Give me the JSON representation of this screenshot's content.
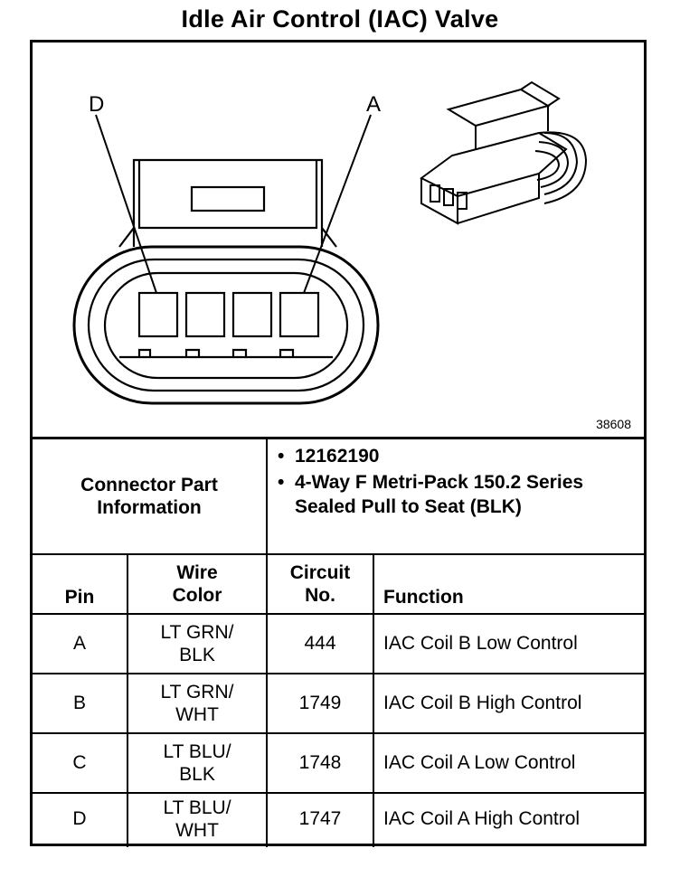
{
  "title": "Idle Air Control (IAC) Valve",
  "diagram": {
    "figure_number": "38608",
    "pin_labels": {
      "left": "D",
      "right": "A"
    }
  },
  "connector_info": {
    "label": "Connector Part Information",
    "items": [
      "12162190",
      "4-Way F Metri-Pack 150.2 Series Sealed Pull to Seat (BLK)"
    ]
  },
  "table": {
    "headers": {
      "pin": "Pin",
      "wire_color_1": "Wire",
      "wire_color_2": "Color",
      "circuit_1": "Circuit",
      "circuit_2": "No.",
      "function": "Function"
    },
    "rows": [
      {
        "pin": "A",
        "wire1": "LT GRN/",
        "wire2": "BLK",
        "circuit": "444",
        "function": "IAC Coil B Low Control"
      },
      {
        "pin": "B",
        "wire1": "LT GRN/",
        "wire2": "WHT",
        "circuit": "1749",
        "function": "IAC Coil B High Control"
      },
      {
        "pin": "C",
        "wire1": "LT BLU/",
        "wire2": "BLK",
        "circuit": "1748",
        "function": "IAC Coil A Low Control"
      },
      {
        "pin": "D",
        "wire1": "LT BLU/",
        "wire2": "WHT",
        "circuit": "1747",
        "function": "IAC Coil A High Control"
      }
    ]
  }
}
